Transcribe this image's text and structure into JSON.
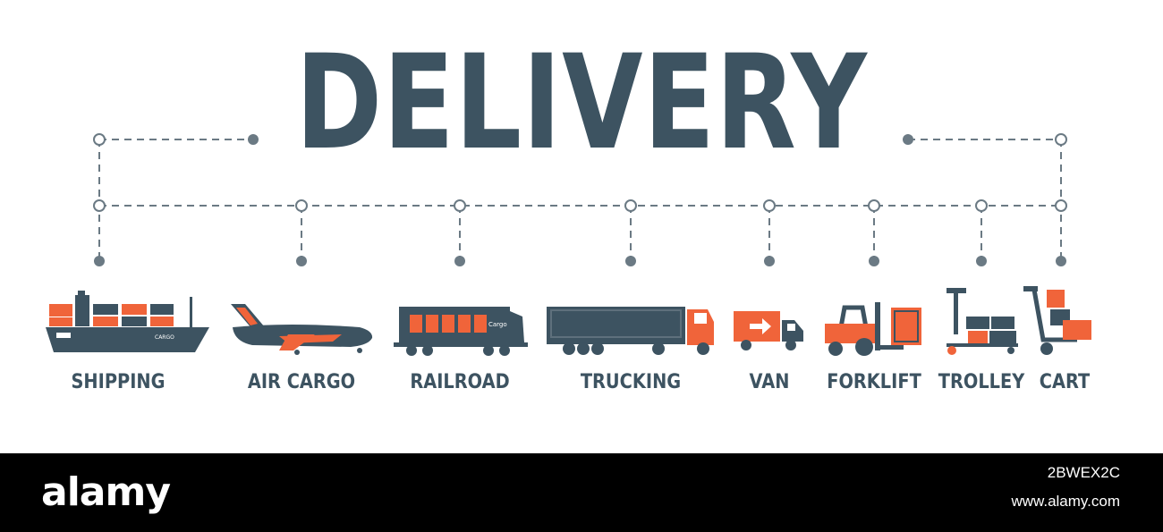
{
  "title": "DELIVERY",
  "colors": {
    "primary": "#3d5361",
    "accent": "#f0643a",
    "background": "#ffffff"
  },
  "items": [
    {
      "label": "SHIPPING",
      "icon": "cargo-ship-icon"
    },
    {
      "label": "AIR CARGO",
      "icon": "cargo-plane-icon"
    },
    {
      "label": "RAILROAD",
      "icon": "locomotive-icon"
    },
    {
      "label": "TRUCKING",
      "icon": "semi-truck-icon"
    },
    {
      "label": "VAN",
      "icon": "delivery-van-icon"
    },
    {
      "label": "FORKLIFT",
      "icon": "forklift-icon"
    },
    {
      "label": "TROLLEY",
      "icon": "pallet-trolley-icon"
    },
    {
      "label": "CART",
      "icon": "hand-cart-icon"
    }
  ],
  "icon_text": {
    "ship_name": "CARGO",
    "locomotive_name": "Cargo"
  },
  "footer": {
    "brand": "alamy",
    "stock_id": "2BWEX2C",
    "site": "www.alamy.com"
  }
}
